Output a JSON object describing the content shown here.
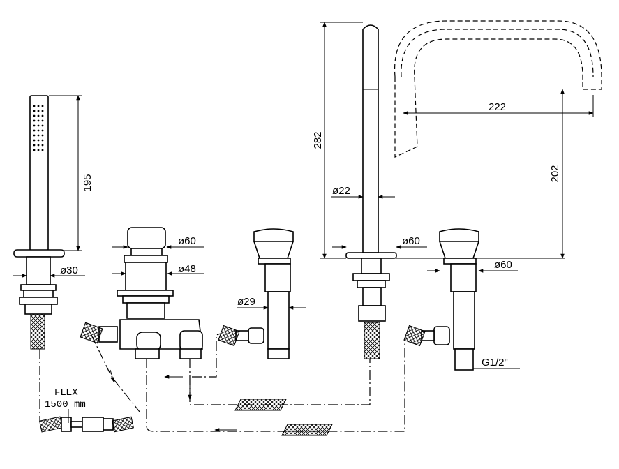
{
  "dimensions": {
    "hand_shower_length": "195",
    "hand_shower_base_diameter": "ø30",
    "diverter_knob_diameter": "ø60",
    "diverter_body_diameter": "ø48",
    "valve_body_diameter": "ø29",
    "spout_height": "282",
    "spout_diameter": "ø22",
    "spout_base_diameter": "ø60",
    "spout_reach": "222",
    "spout_outlet_height": "202",
    "right_valve_diameter": "ø60",
    "connection_thread": "G1/2\""
  },
  "flex_hose": {
    "label": "FLEX",
    "length": "1500 mm"
  }
}
